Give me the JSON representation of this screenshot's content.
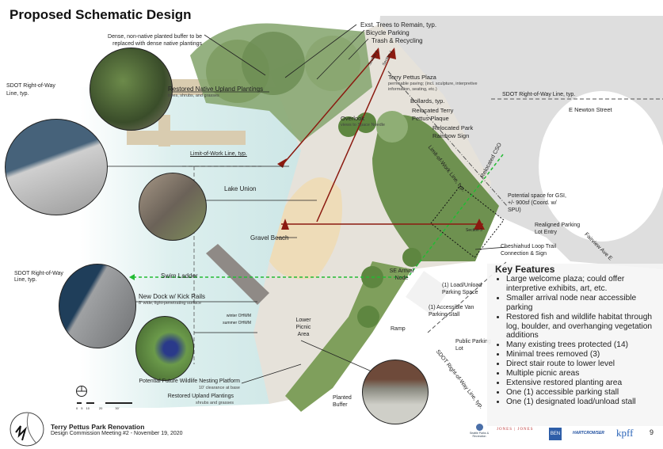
{
  "slide": {
    "title": "Proposed Schematic Design",
    "page_number": "9",
    "footer_title": "Terry Pettus Park Renovation",
    "footer_subtitle": "Design Commission Meeting #2 - November 19, 2020"
  },
  "labels": {
    "dense_buffer": "Dense, non-native planted buffer to be replaced with dense native plantings",
    "exst_trees": "Exst. Trees to Remain, typ.",
    "bicycle": "Bicycle Parking",
    "trash": "Trash & Recycling",
    "sdot_left_top": "SDOT Right-of-Way Line, typ.",
    "restored_native": "Restored Native Upland Plantings",
    "restored_native_sub": "trees, shrubs, and grasses",
    "plaza": "Terry Pettus Plaza",
    "plaza_sub": "permeable paving; (incl. sculpture, interpretive information, seating, etc.)",
    "sdot_top_right": "SDOT Right-of-Way Line, typ.",
    "overlook": "Overlook",
    "overlook_sub": "views to Space Needle",
    "bollards": "Bollards, typ.",
    "plaque": "Relocated Terry Pettus Plaque",
    "rainbow": "Relocated Park Rainbow Sign",
    "newton": "E Newton Street",
    "limit_left": "Limit-of-Work Line, typ.",
    "limit_diag": "Limit-of-Work Line, typ.",
    "cso": "Relocated CSO",
    "lake": "Lake Union",
    "gsi": "Potential space for GSI, +/- 900sf (Coord. w/ SPU)",
    "parking_entry": "Realigned Parking Lot Entry",
    "fairview": "Fairview Ave E",
    "gravel": "Gravel Beach",
    "section3": "Section 3",
    "section1": "Section 1",
    "section2": "Section 2",
    "cheshiahud": "Cheshiahud Loop Trail Connection & Sign",
    "sdot_left_mid": "SDOT Right-of-Way Line, typ.",
    "swim": "Swim Ladder",
    "se_node": "SE Arrival Node",
    "load": "(1) Load/Unload Parking Space",
    "dock": "New Dock w/ Kick Rails",
    "dock_sub": "8' wide, light-penetrating surface",
    "van": "(1) Accessible Van Parking Stall",
    "winter": "winter OHWM",
    "summer": "summer OHWM",
    "lower_picnic": "Lower Picnic Area",
    "ramp": "Ramp",
    "public_lot": "Public Parking Lot",
    "nesting": "Potential Future Wildlife Nesting Platform",
    "nesting_sub": "10' clearance at base",
    "upland": "Restored Upland Plantings",
    "upland_sub": "shrubs and grasses",
    "planted_buffer": "Planted Buffer",
    "sdot_bottom": "SDOT Right-of-Way Line, typ.",
    "scale": [
      "0",
      "5",
      "10",
      "20",
      "30'"
    ]
  },
  "key_features": {
    "title": "Key Features",
    "items": [
      "Large welcome plaza; could offer interpretive exhibits, art, etc.",
      "Smaller arrival node near accessible parking",
      "Restored fish and wildlife habitat through log, boulder, and overhanging vegetation additions",
      "Many existing trees protected (14)",
      "Minimal trees removed (3)",
      "Direct stair route to lower level",
      "Multiple picnic areas",
      "Extensive restored planting area",
      "One (1) accessible parking stall",
      "One (1) designated load/unload stall"
    ]
  },
  "logos": [
    "Seattle Parks & Recreation",
    "JONES | JONES",
    "BEN",
    "HARTCROWSER",
    "kpff"
  ],
  "colors": {
    "section_line": "#8b1a10",
    "cso_line": "#22bb33",
    "water": "#cfe6e6",
    "street": "#dcdcdc",
    "planting": "#6f8f4e"
  }
}
